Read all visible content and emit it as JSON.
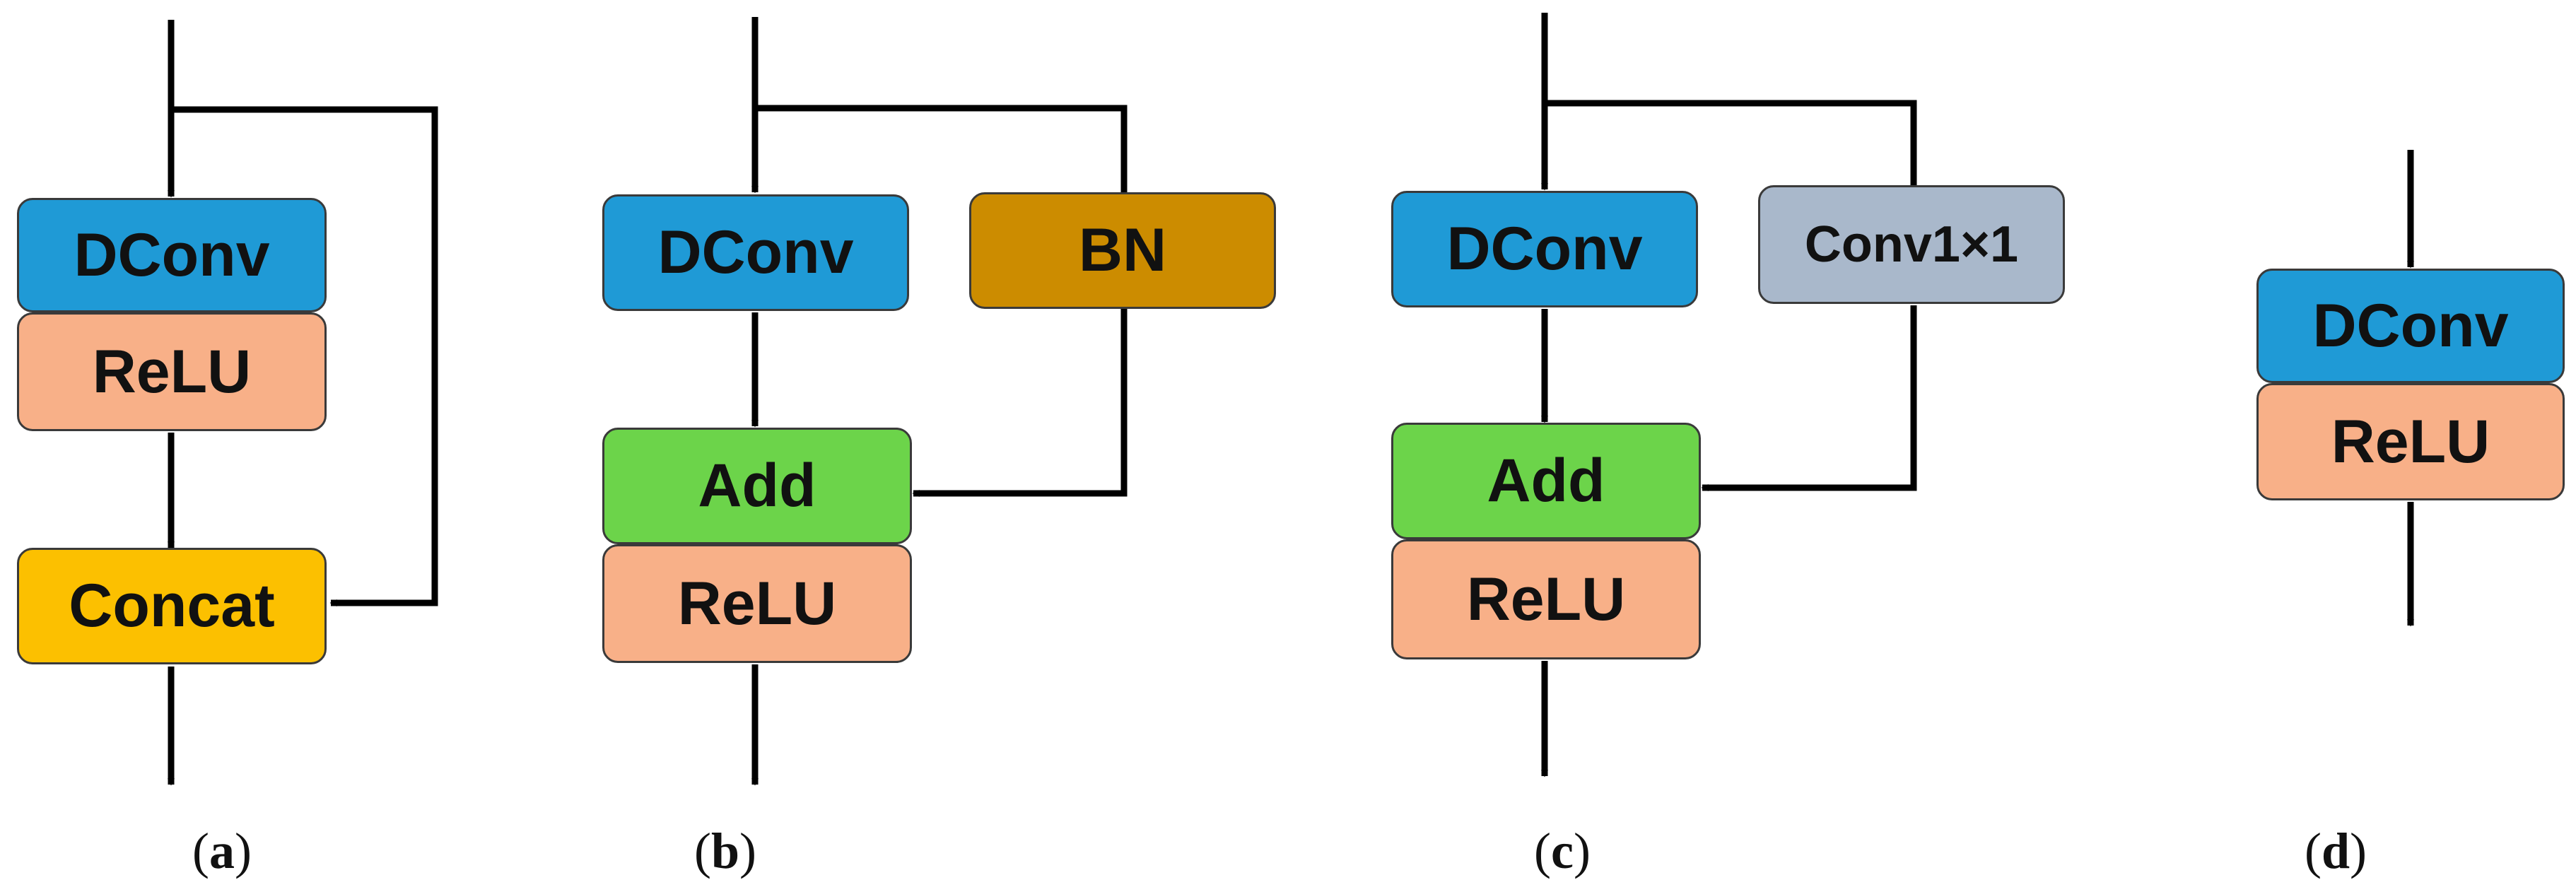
{
  "colors": {
    "dconv": "#1f9ad6",
    "relu": "#f8b088",
    "concat": "#fcc000",
    "bn": "#cc8c00",
    "add": "#6cd44a",
    "conv1x1": "#a9b8cb",
    "line": "#000000"
  },
  "panels": {
    "a": {
      "caption_open": "(",
      "caption_letter": "a",
      "caption_close": ")",
      "dconv": "DConv",
      "relu": "ReLU",
      "concat": "Concat"
    },
    "b": {
      "caption_open": "(",
      "caption_letter": "b",
      "caption_close": ")",
      "dconv": "DConv",
      "bn": "BN",
      "add": "Add",
      "relu": "ReLU"
    },
    "c": {
      "caption_open": "(",
      "caption_letter": "c",
      "caption_close": ")",
      "dconv": "DConv",
      "conv": "Conv1×1",
      "add": "Add",
      "relu": "ReLU"
    },
    "d": {
      "caption_open": "(",
      "caption_letter": "d",
      "caption_close": ")",
      "dconv": "DConv",
      "relu": "ReLU"
    }
  }
}
